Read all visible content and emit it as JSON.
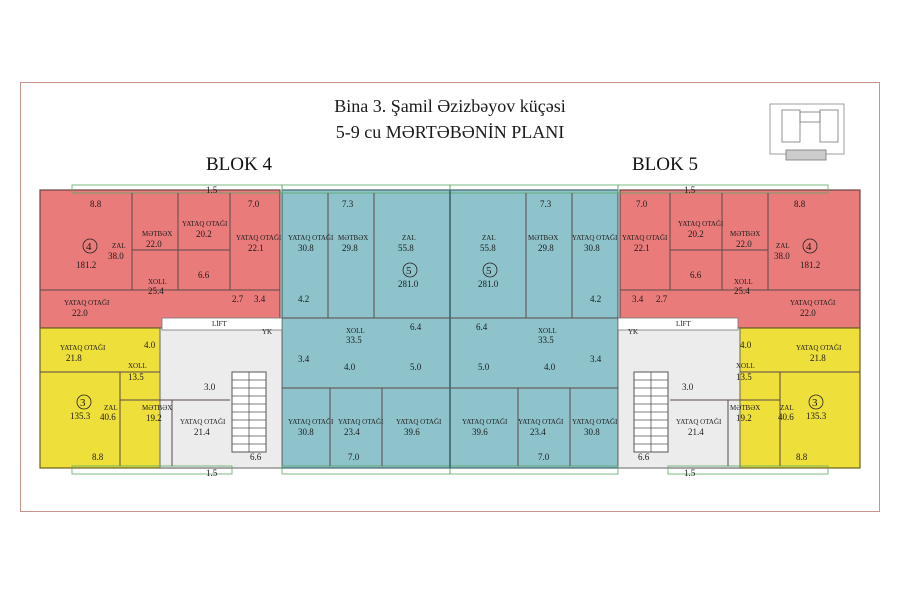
{
  "header": {
    "line1": "Bina 3. Şamil Əzizbəyov küçəsi",
    "line2": "5-9 cu MƏRTƏBƏNİN PLANI"
  },
  "blocks": {
    "left": "BLOK 4",
    "right": "BLOK 5"
  },
  "colors": {
    "red": "#e97b7b",
    "blue": "#8fc3cc",
    "yellow": "#eedf3a",
    "frame": "#c9928f",
    "outline": "#5aa866"
  },
  "labels": {
    "yataq": "YATAQ OTAĞI",
    "metbex": "MƏTBƏX",
    "zal": "ZAL",
    "xoll": "XOLL",
    "lift": "LİFT",
    "yk": "YK"
  },
  "apartments": {
    "left_red": {
      "number": "4",
      "area": "181.2"
    },
    "left_yellow": {
      "number": "3",
      "area": "135.3"
    },
    "left_blue": {
      "number": "5",
      "area": "281.0"
    },
    "right_blue": {
      "number": "5",
      "area": "281.0"
    },
    "right_red": {
      "number": "4",
      "area": "181.2"
    },
    "right_yellow": {
      "number": "3",
      "area": "135.3"
    }
  },
  "rooms": {
    "r_zal": "38.0",
    "r_metbex": "22.0",
    "r_yataq1": "20.2",
    "r_yataq2": "22.1",
    "r_xoll": "25.4",
    "r_yataq3": "22.0",
    "r_small1": "6.6",
    "r_small2": "2.7",
    "r_small3": "3.4",
    "r_balc1": "8.8",
    "r_balc2": "7.0",
    "r_balc3": "1.5",
    "b_yataq1": "30.8",
    "b_metbex": "29.8",
    "b_zal": "55.8",
    "b_balc": "7.3",
    "b_xoll": "33.5",
    "b_small1": "4.2",
    "b_small2": "6.4",
    "b_small3": "4.0",
    "b_small4": "5.0",
    "b_small5": "3.4",
    "b_yataq2": "30.8",
    "b_yataq3": "23.4",
    "b_yataq4": "39.6",
    "b_balc2": "7.0",
    "y_yataq1": "21.8",
    "y_xoll": "13.5",
    "y_zal": "40.6",
    "y_metbex": "19.2",
    "y_yataq2": "21.4",
    "y_small1": "4.0",
    "y_small2": "3.0",
    "y_balc1": "8.8",
    "y_balc2": "1.5",
    "y_stair": "6.6"
  }
}
